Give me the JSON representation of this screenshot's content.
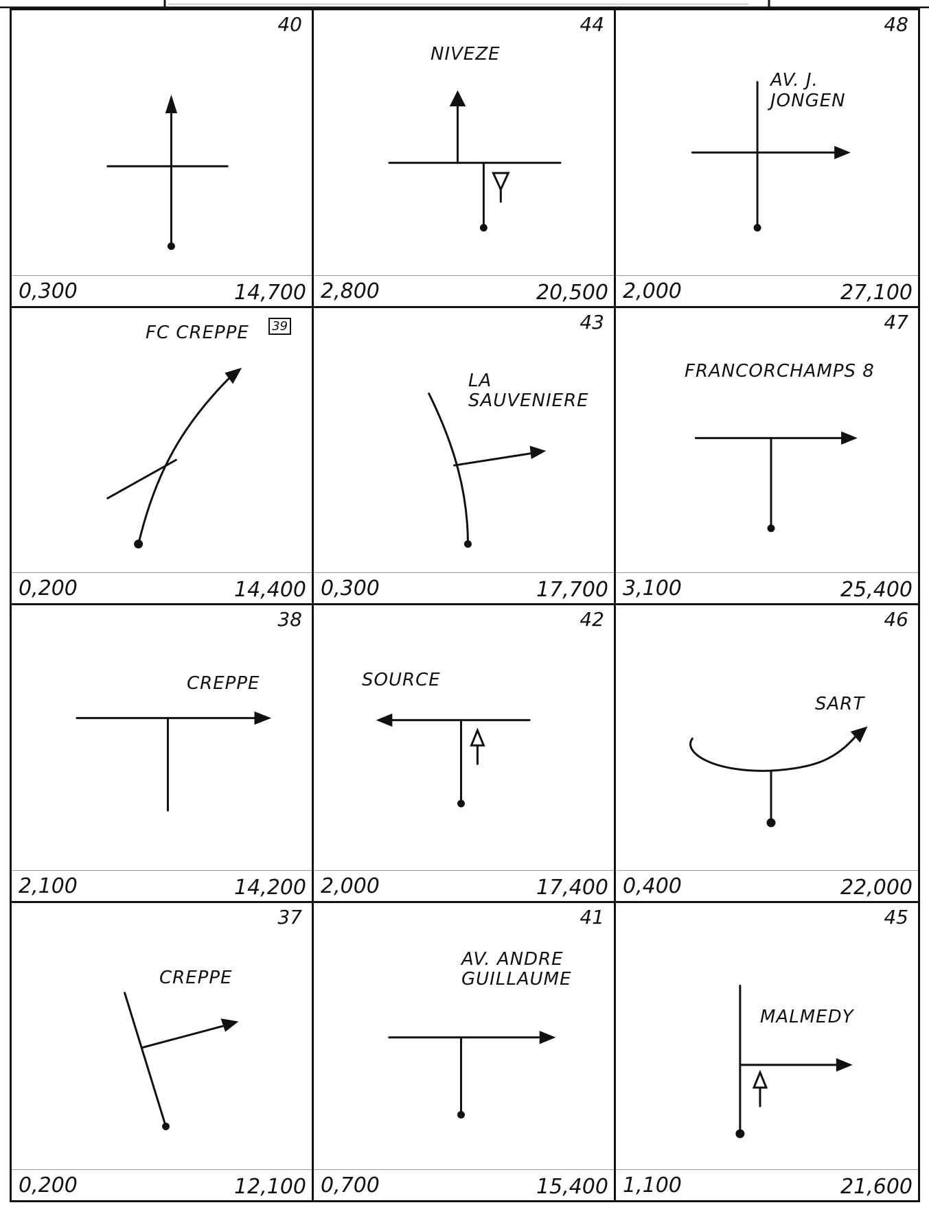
{
  "cells": [
    {
      "number": "40",
      "left": "0,300",
      "right": "14,700",
      "label": ""
    },
    {
      "number": "44",
      "left": "2,800",
      "right": "20,500",
      "label": "NIVEZE"
    },
    {
      "number": "48",
      "left": "2,000",
      "right": "27,100",
      "label": "AV. J. JONGEN"
    },
    {
      "number": "39",
      "left": "0,200",
      "right": "14,400",
      "label": "FC CREPPE"
    },
    {
      "number": "43",
      "left": "0,300",
      "right": "17,700",
      "label": "LA SAUVENIERE"
    },
    {
      "number": "47",
      "left": "3,100",
      "right": "25,400",
      "label": "FRANCORCHAMPS 8"
    },
    {
      "number": "38",
      "left": "2,100",
      "right": "14,200",
      "label": "CREPPE"
    },
    {
      "number": "42",
      "left": "2,000",
      "right": "17,400",
      "label": "SOURCE"
    },
    {
      "number": "46",
      "left": "0,400",
      "right": "22,000",
      "label": "SART"
    },
    {
      "number": "37",
      "left": "0,200",
      "right": "12,100",
      "label": "CREPPE"
    },
    {
      "number": "41",
      "left": "0,700",
      "right": "15,400",
      "label": "AV. ANDRE GUILLAUME"
    },
    {
      "number": "45",
      "left": "1,100",
      "right": "21,600",
      "label": "MALMEDY"
    }
  ]
}
